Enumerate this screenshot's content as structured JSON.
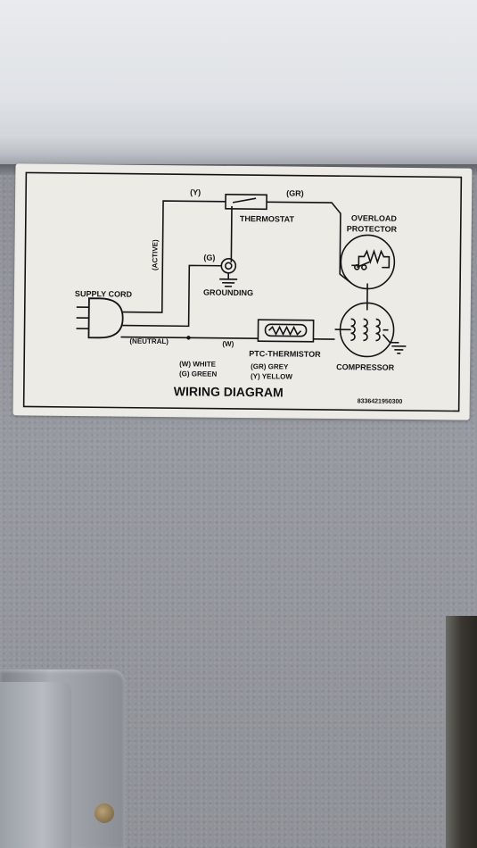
{
  "label": {
    "title": "WIRING DIAGRAM",
    "serial": "8336421950300",
    "supply_cord": "SUPPLY CORD",
    "active": "(ACTIVE)",
    "neutral": "(NEUTRAL)",
    "wire_y": "(Y)",
    "wire_gr": "(GR)",
    "wire_g": "(G)",
    "wire_w": "(W)",
    "thermostat": "THERMOSTAT",
    "grounding": "GROUNDING",
    "overload_1": "OVERLOAD",
    "overload_2": "PROTECTOR",
    "ptc": "PTC-THERMISTOR",
    "compressor": "COMPRESSOR",
    "legend_w": "(W) WHITE",
    "legend_g": "(G) GREEN",
    "legend_gr": "(GR) GREY",
    "legend_y": "(Y) YELLOW"
  },
  "colors": {
    "label_bg": "#ecebe6",
    "ink": "#141414",
    "appliance_panel": "#8f9298",
    "lid": "#e2e5e8"
  }
}
